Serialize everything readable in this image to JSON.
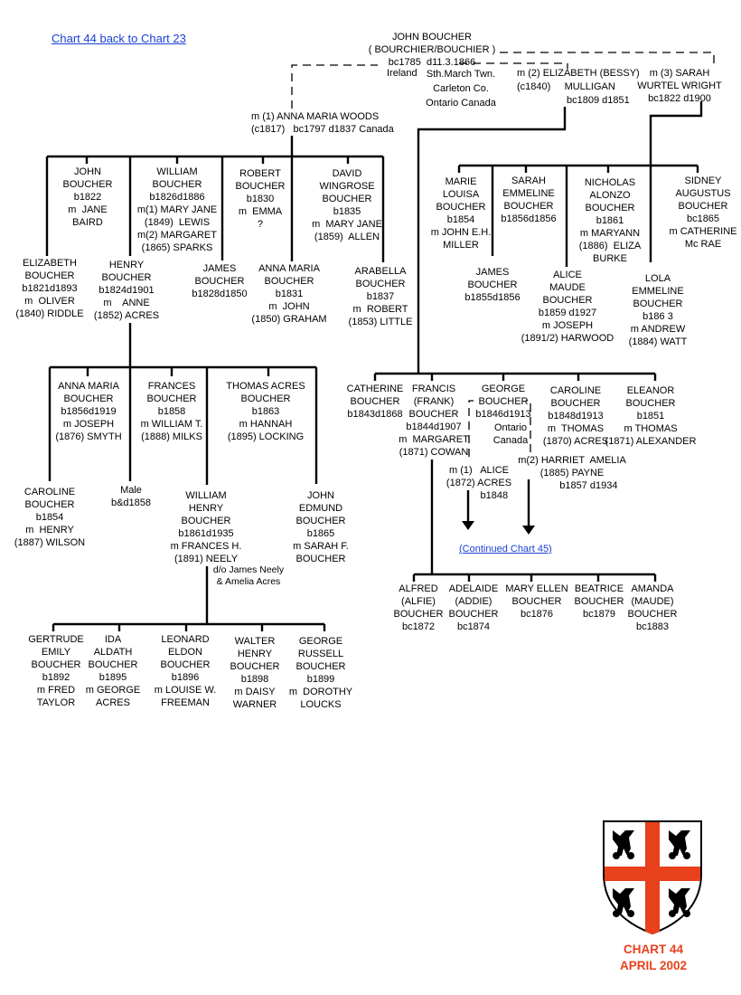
{
  "nav": {
    "back_link": "Chart 44 back to Chart 23",
    "continued_link": "(Continued Chart 45)"
  },
  "patriarch": {
    "name": "JOHN BOUCHER\n( BOURCHIER/BOUCHIER )\nbc1785  d11.3.1866",
    "origin": "Ireland",
    "residence": "Sth.March Twn.\nCarleton Co.\nOntario Canada"
  },
  "spouses": {
    "first": "m (1) ANNA MARIA WOODS\n(c1817)   bc1797 d1837 Canada",
    "second": "m (2) ELIZABETH (BESSY)\n(c1840)     MULLIGAN\n                  bc1809 d1851",
    "third": "m (3) SARAH\nWURTEL WRIGHT\nbc1822 d1900"
  },
  "people": [
    {
      "id": "john",
      "text": "JOHN\nBOUCHER\nb1822\nm  JANE\nBAIRD"
    },
    {
      "id": "william",
      "text": "WILLIAM\nBOUCHER\nb1826d1886\nm(1) MARY JANE\n(1849)  LEWIS\nm(2) MARGARET\n(1865) SPARKS"
    },
    {
      "id": "robert",
      "text": "ROBERT\nBOUCHER\nb1830\nm  EMMA\n?"
    },
    {
      "id": "david",
      "text": "DAVID\nWINGROSE\nBOUCHER\nb1835\nm  MARY JANE\n(1859)  ALLEN"
    },
    {
      "id": "elizabeth",
      "text": "ELIZABETH\nBOUCHER\nb1821d1893\nm  OLIVER\n(1840) RIDDLE"
    },
    {
      "id": "henry",
      "text": "HENRY\nBOUCHER\nb1824d1901\nm    ANNE\n(1852) ACRES"
    },
    {
      "id": "james1",
      "text": "JAMES\nBOUCHER\nb1828d1850"
    },
    {
      "id": "annamaria1",
      "text": "ANNA MARIA\nBOUCHER\nb1831\nm  JOHN\n(1850) GRAHAM"
    },
    {
      "id": "arabella",
      "text": "ARABELLA\nBOUCHER\nb1837\nm  ROBERT\n(1853) LITTLE"
    },
    {
      "id": "marie",
      "text": "MARIE\nLOUISA\nBOUCHER\nb1854\nm JOHN E.H.\nMILLER"
    },
    {
      "id": "sarah",
      "text": "SARAH\nEMMELINE\nBOUCHER\nb1856d1856"
    },
    {
      "id": "nicholas",
      "text": "NICHOLAS\nALONZO\nBOUCHER\nb1861\nm MARYANN\n(1886)  ELIZA\nBURKE"
    },
    {
      "id": "sidney",
      "text": "SIDNEY\nAUGUSTUS\nBOUCHER\nbc1865\nm CATHERINE\nMc RAE"
    },
    {
      "id": "james2",
      "text": "JAMES\nBOUCHER\nb1855d1856"
    },
    {
      "id": "alice",
      "text": "ALICE\nMAUDE\nBOUCHER\nb1859 d1927\nm JOSEPH\n(1891/2) HARWOOD"
    },
    {
      "id": "lola",
      "text": "LOLA\nEMMELINE\nBOUCHER\nb186 3\nm ANDREW\n(1884) WATT"
    },
    {
      "id": "annamaria2",
      "text": "ANNA MARIA\nBOUCHER\nb1856d1919\nm JOSEPH\n(1876) SMYTH"
    },
    {
      "id": "frances",
      "text": "FRANCES\nBOUCHER\nb1858\nm WILLIAM T.\n(1888) MILKS"
    },
    {
      "id": "thomas",
      "text": "THOMAS ACRES\nBOUCHER\nb1863\nm HANNAH\n(1895) LOCKING"
    },
    {
      "id": "caroline1",
      "text": "CAROLINE\nBOUCHER\nb1854\nm  HENRY\n(1887) WILSON"
    },
    {
      "id": "male",
      "text": "Male\nb&d1858"
    },
    {
      "id": "williamhenry",
      "text": "WILLIAM\nHENRY\nBOUCHER\nb1861d1935\nm FRANCES H.\n(1891) NEELY"
    },
    {
      "id": "neelynote",
      "text": "d/o James Neely\n& Amelia Acres"
    },
    {
      "id": "johnedmund",
      "text": "JOHN\nEDMUND\nBOUCHER\nb1865\nm SARAH F.\nBOUCHER"
    },
    {
      "id": "gertrude",
      "text": "GERTRUDE\nEMILY\nBOUCHER\nb1892\nm FRED\nTAYLOR"
    },
    {
      "id": "ida",
      "text": "IDA\nALDATH\nBOUCHER\nb1895\nm GEORGE\nACRES"
    },
    {
      "id": "leonard",
      "text": "LEONARD\nELDON\nBOUCHER\nb1896\nm LOUISE W.\nFREEMAN"
    },
    {
      "id": "walter",
      "text": "WALTER\nHENRY\nBOUCHER\nb1898\nm DAISY\nWARNER"
    },
    {
      "id": "george2",
      "text": "GEORGE\nRUSSELL\nBOUCHER\nb1899\nm  DOROTHY\nLOUCKS"
    },
    {
      "id": "catherine",
      "text": "CATHERINE\nBOUCHER\nb1843d1868"
    },
    {
      "id": "francis",
      "text": "FRANCIS\n(FRANK)\nBOUCHER\nb1844d1907\nm  MARGARET\n(1871) COWAN"
    },
    {
      "id": "george1",
      "text": "GEORGE\nBOUCHER\nb1846d1913"
    },
    {
      "id": "georgeplace",
      "text": "Ontario\nCanada"
    },
    {
      "id": "caroline2",
      "text": "CAROLINE\nBOUCHER\nb1848d1913\nm  THOMAS\n(1870) ACRES"
    },
    {
      "id": "eleanor",
      "text": "ELEANOR\nBOUCHER\nb1851\nm THOMAS\n(1871) ALEXANDER"
    },
    {
      "id": "georgem1",
      "text": "m (1)   ALICE\n(1872) ACRES\n           b1848"
    },
    {
      "id": "georgem2",
      "text": "m(2) HARRIET  AMELIA\n(1885) PAYNE\n            b1857 d1934"
    },
    {
      "id": "alfred",
      "text": "ALFRED\n(ALFIE)\nBOUCHER\nbc1872"
    },
    {
      "id": "adelaide",
      "text": "ADELAIDE\n(ADDIE)\nBOUCHER\nbc1874"
    },
    {
      "id": "maryellen",
      "text": "MARY ELLEN\nBOUCHER\nbc1876"
    },
    {
      "id": "beatrice",
      "text": "BEATRICE\nBOUCHER\nbc1879"
    },
    {
      "id": "amanda",
      "text": "AMANDA\n(MAUDE)\nBOUCHER\nbc1883"
    }
  ],
  "footer": {
    "caption": "CHART 44\nAPRIL 2002",
    "crest_colors": {
      "cross": "#e8401c",
      "charge": "#000000",
      "field": "#ffffff"
    }
  },
  "colors": {
    "link": "#1a3fd6",
    "caption": "#e8401c"
  }
}
